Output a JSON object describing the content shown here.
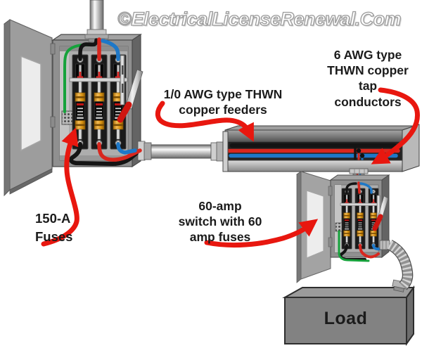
{
  "watermark": {
    "text": "©ElectricalLicenseRenewal.Com"
  },
  "diagram": {
    "labels": {
      "feeders": "1/0 AWG type THWN\ncopper feeders",
      "tap_conductors": "6 AWG type\nTHWN copper\ntap\nconductors",
      "main_fuses": "150-A\nFuses",
      "tap_switch": "60-amp\nswitch with 60\namp fuses",
      "load": "Load"
    },
    "colors": {
      "arrow_red": "#e8170f",
      "handle_red": "#cf1610",
      "wire_black": "#141414",
      "wire_red": "#d8271e",
      "wire_blue": "#1e78c8",
      "wire_green": "#16a23b",
      "fuse_orange": "#d8920f",
      "fuse_label_red": "#c31313",
      "enclosure_front": "#8f8f8f",
      "enclosure_side": "#616161",
      "enclosure_interior": "#adadad",
      "door_gray": "#9d9d9d",
      "door_window": "#ececec",
      "wireway_interior": "#232323",
      "load_front": "#828282",
      "text": "#1b1b1b",
      "watermark": "#9b9b9b"
    }
  }
}
